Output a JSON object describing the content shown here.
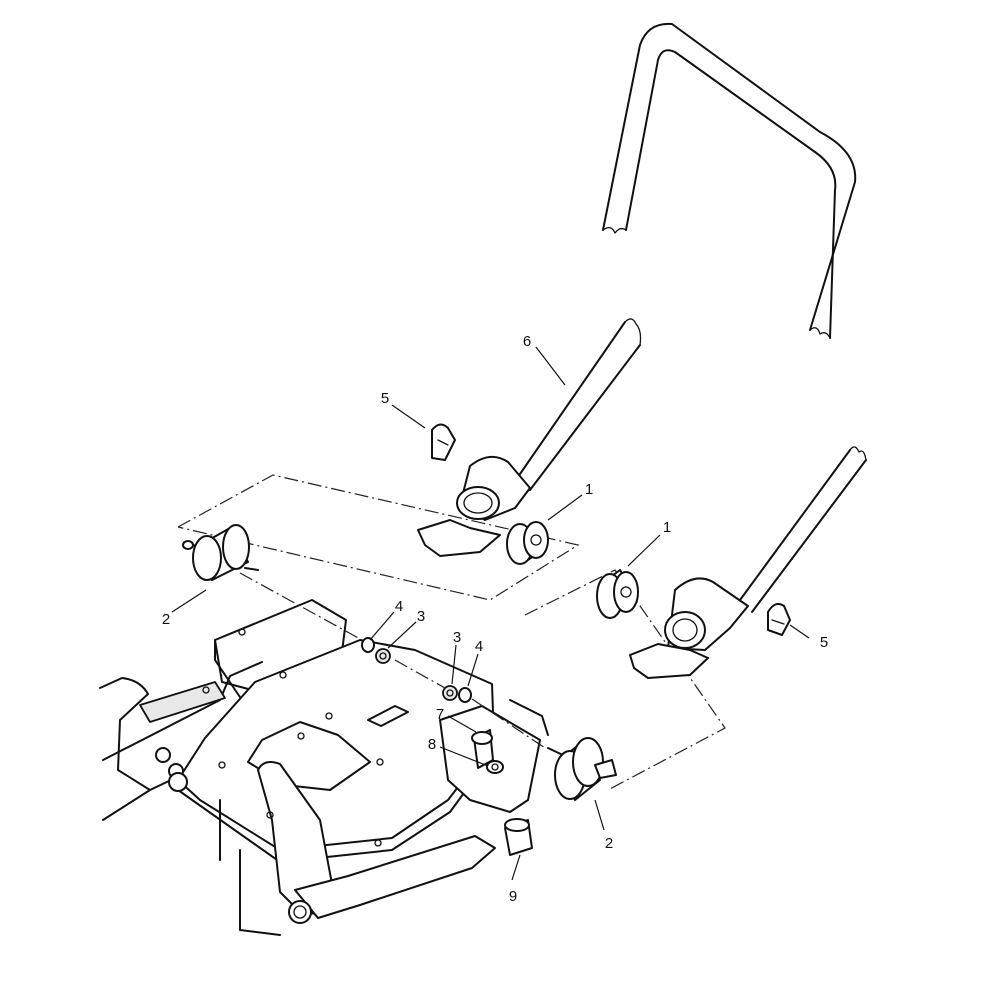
{
  "callouts": [
    {
      "id": "c1a",
      "label": "1"
    },
    {
      "id": "c1b",
      "label": "1"
    },
    {
      "id": "c2a",
      "label": "2"
    },
    {
      "id": "c2b",
      "label": "2"
    },
    {
      "id": "c3a",
      "label": "3"
    },
    {
      "id": "c3b",
      "label": "3"
    },
    {
      "id": "c4a",
      "label": "4"
    },
    {
      "id": "c4b",
      "label": "4"
    },
    {
      "id": "c5a",
      "label": "5"
    },
    {
      "id": "c5b",
      "label": "5"
    },
    {
      "id": "c6",
      "label": "6"
    },
    {
      "id": "c7",
      "label": "7"
    },
    {
      "id": "c8",
      "label": "8"
    },
    {
      "id": "c9",
      "label": "9"
    }
  ]
}
